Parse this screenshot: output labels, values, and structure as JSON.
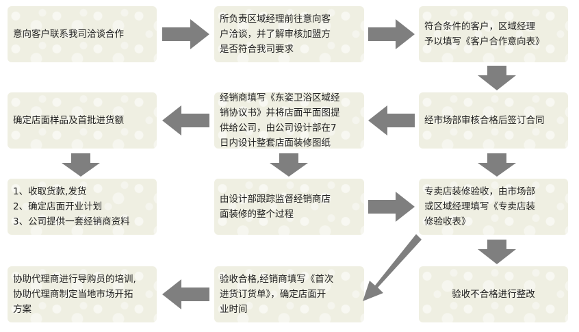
{
  "steps": {
    "s1": "意向客户联系我司洽谈合作",
    "s2": "所负责区域经理前往意向客\n户洽谈，并了解审核加盟方\n是否符合我司要求",
    "s3": "符合条件的客户，区域经理\n予以填写《客户合作意向表》",
    "s4": "经市场部审核合格后签订合同",
    "s5": "经销商填写《东姿卫浴区域经\n销协议书》并将店面平面图提\n供给公司，由公司设计部在7\n日内设计整套店面装修图纸",
    "s6": "确定店面样品及首批进货额",
    "s7": "1、收取货款,发货\n2、确定店面开业计划\n3、公司提供一套经销商资料",
    "s8": "由设计部跟踪监督经销商店\n面装修的整个过程",
    "s9": "专卖店装修验收，由市场部\n或区域经理填写《专卖店装\n修验收表》",
    "s10": "验收不合格进行整改",
    "s11": "验收合格,经销商填写《首次\n进货订货单》，确定店面开\n业时间",
    "s12": "协助代理商进行导购员的培训,\n协助代理商制定当地市场开拓\n方案"
  },
  "colors": {
    "box": "#efefe2",
    "arrow": "#7f7f7f",
    "text": "#222222"
  }
}
